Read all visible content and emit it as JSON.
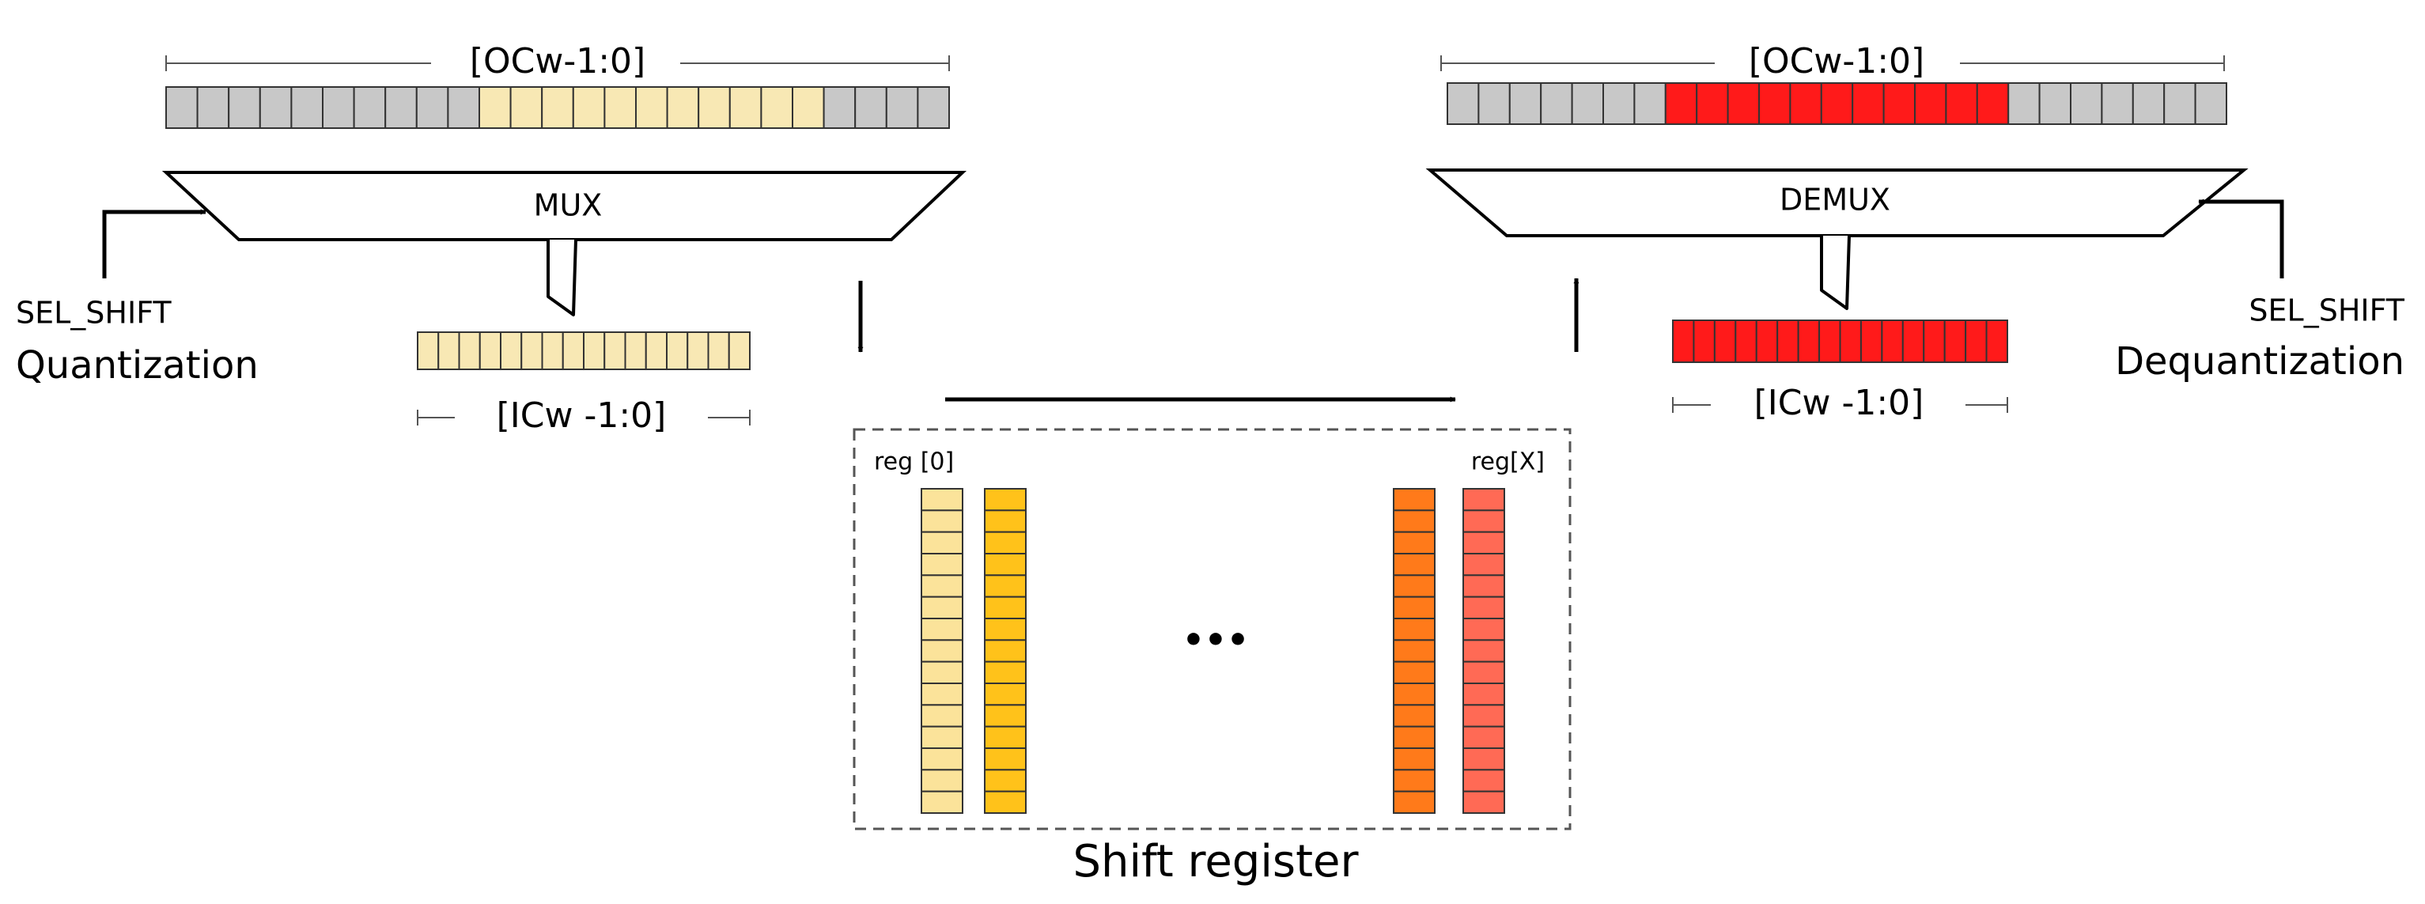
{
  "left": {
    "range_top": "[OCw-1:0]",
    "range_bottom": "[ICw -1:0]",
    "block_label": "MUX",
    "sel_label": "SEL_SHIFT",
    "mode_label": "Quantization",
    "top_register": {
      "cells": 25,
      "highlight_start": 10,
      "highlight_count": 11,
      "base_color": "#c8c8c8",
      "highlight_color": "#f8e8b4"
    },
    "bottom_register": {
      "cells": 16,
      "color": "#f8e8b4"
    }
  },
  "right": {
    "range_top": "[OCw-1:0]",
    "range_bottom": "[ICw -1:0]",
    "block_label": "DEMUX",
    "sel_label": "SEL_SHIFT",
    "mode_label": "Dequantization",
    "top_register": {
      "cells": 25,
      "highlight_start": 7,
      "highlight_count": 11,
      "base_color": "#c8c8c8",
      "highlight_color": "#ff1a1a"
    },
    "bottom_register": {
      "cells": 16,
      "color": "#ff1a1a"
    }
  },
  "shift_register": {
    "title": "Shift register",
    "first_label": "reg [0]",
    "last_label": "reg[X]",
    "ellipsis": "•••",
    "cells_per_column": 15,
    "column_colors": [
      "#fbe39a",
      "#ffc21a",
      "#ff7a1a",
      "#ff6a55"
    ]
  }
}
